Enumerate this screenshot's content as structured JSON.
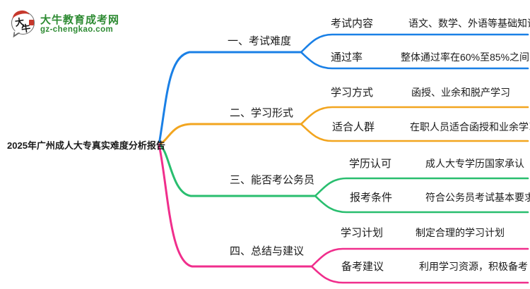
{
  "logo": {
    "icon": "daniu-speech-bubble-logo",
    "site_name": "大牛教育成考网",
    "site_url": "gz-chengkao.com",
    "brand_green": "#2e8b33",
    "seal_red": "#c6382c"
  },
  "root": {
    "title": "2025年广州成人大专真实难度分析报告"
  },
  "branches": [
    {
      "label": "一、考试难度",
      "color": "#1a80e6",
      "children": [
        {
          "label": "考试内容",
          "value": "语文、数学、外语等基础知识"
        },
        {
          "label": "通过率",
          "value": "整体通过率在60%至85%之间"
        }
      ]
    },
    {
      "label": "二、学习形式",
      "color": "#f2a51f",
      "children": [
        {
          "label": "学习方式",
          "value": "函授、业余和脱产学习"
        },
        {
          "label": "适合人群",
          "value": "在职人员适合函授和业余学习"
        }
      ]
    },
    {
      "label": "三、能否考公务员",
      "color": "#29be6f",
      "children": [
        {
          "label": "学历认可",
          "value": "成人大专学历国家承认"
        },
        {
          "label": "报考条件",
          "value": "符合公务员考试基本要求"
        }
      ]
    },
    {
      "label": "四、总结与建议",
      "color": "#f02e8c",
      "children": [
        {
          "label": "学习计划",
          "value": "制定合理的学习计划"
        },
        {
          "label": "备考建议",
          "value": "利用学习资源，积极备考"
        }
      ]
    }
  ]
}
